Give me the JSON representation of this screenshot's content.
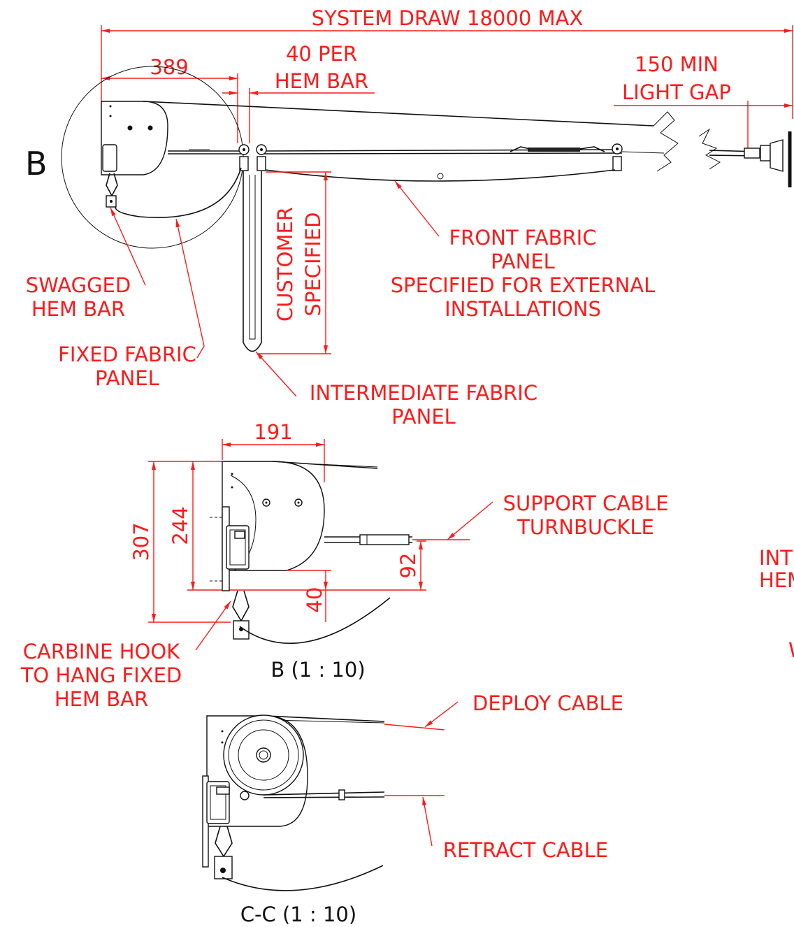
{
  "top_view": {
    "detail_label": "B",
    "system_draw": "SYSTEM DRAW 18000 MAX",
    "dim_389": "389",
    "per_hem_bar_1": "40 PER",
    "per_hem_bar_2": "HEM BAR",
    "light_gap_1": "150 MIN",
    "light_gap_2": "LIGHT GAP",
    "customer_specified_1": "CUSTOMER",
    "customer_specified_2": "SPECIFIED",
    "front_panel_1": "FRONT FABRIC",
    "front_panel_2": "PANEL",
    "front_panel_3": "SPECIFIED FOR EXTERNAL",
    "front_panel_4": "INSTALLATIONS",
    "swagged_1": "SWAGGED",
    "swagged_2": "HEM BAR",
    "fixed_panel_1": "FIXED FABRIC",
    "fixed_panel_2": "PANEL",
    "intermediate_1": "INTERMEDIATE FABRIC",
    "intermediate_2": "PANEL"
  },
  "detail_b": {
    "dim_191": "191",
    "dim_307": "307",
    "dim_244": "244",
    "dim_92": "92",
    "dim_40": "40",
    "support_cable_1": "SUPPORT CABLE",
    "support_cable_2": "TURNBUCKLE",
    "carbine_1": "CARBINE HOOK",
    "carbine_2": "TO HANG FIXED",
    "carbine_3": "HEM BAR",
    "caption": "B (1 : 10)"
  },
  "section_cc": {
    "deploy": "DEPLOY CABLE",
    "retract": "RETRACT CABLE",
    "caption": "C-C (1 : 10)"
  },
  "right_cut": {
    "int_1": "INT",
    "int_2": "HEM",
    "w": "W"
  }
}
